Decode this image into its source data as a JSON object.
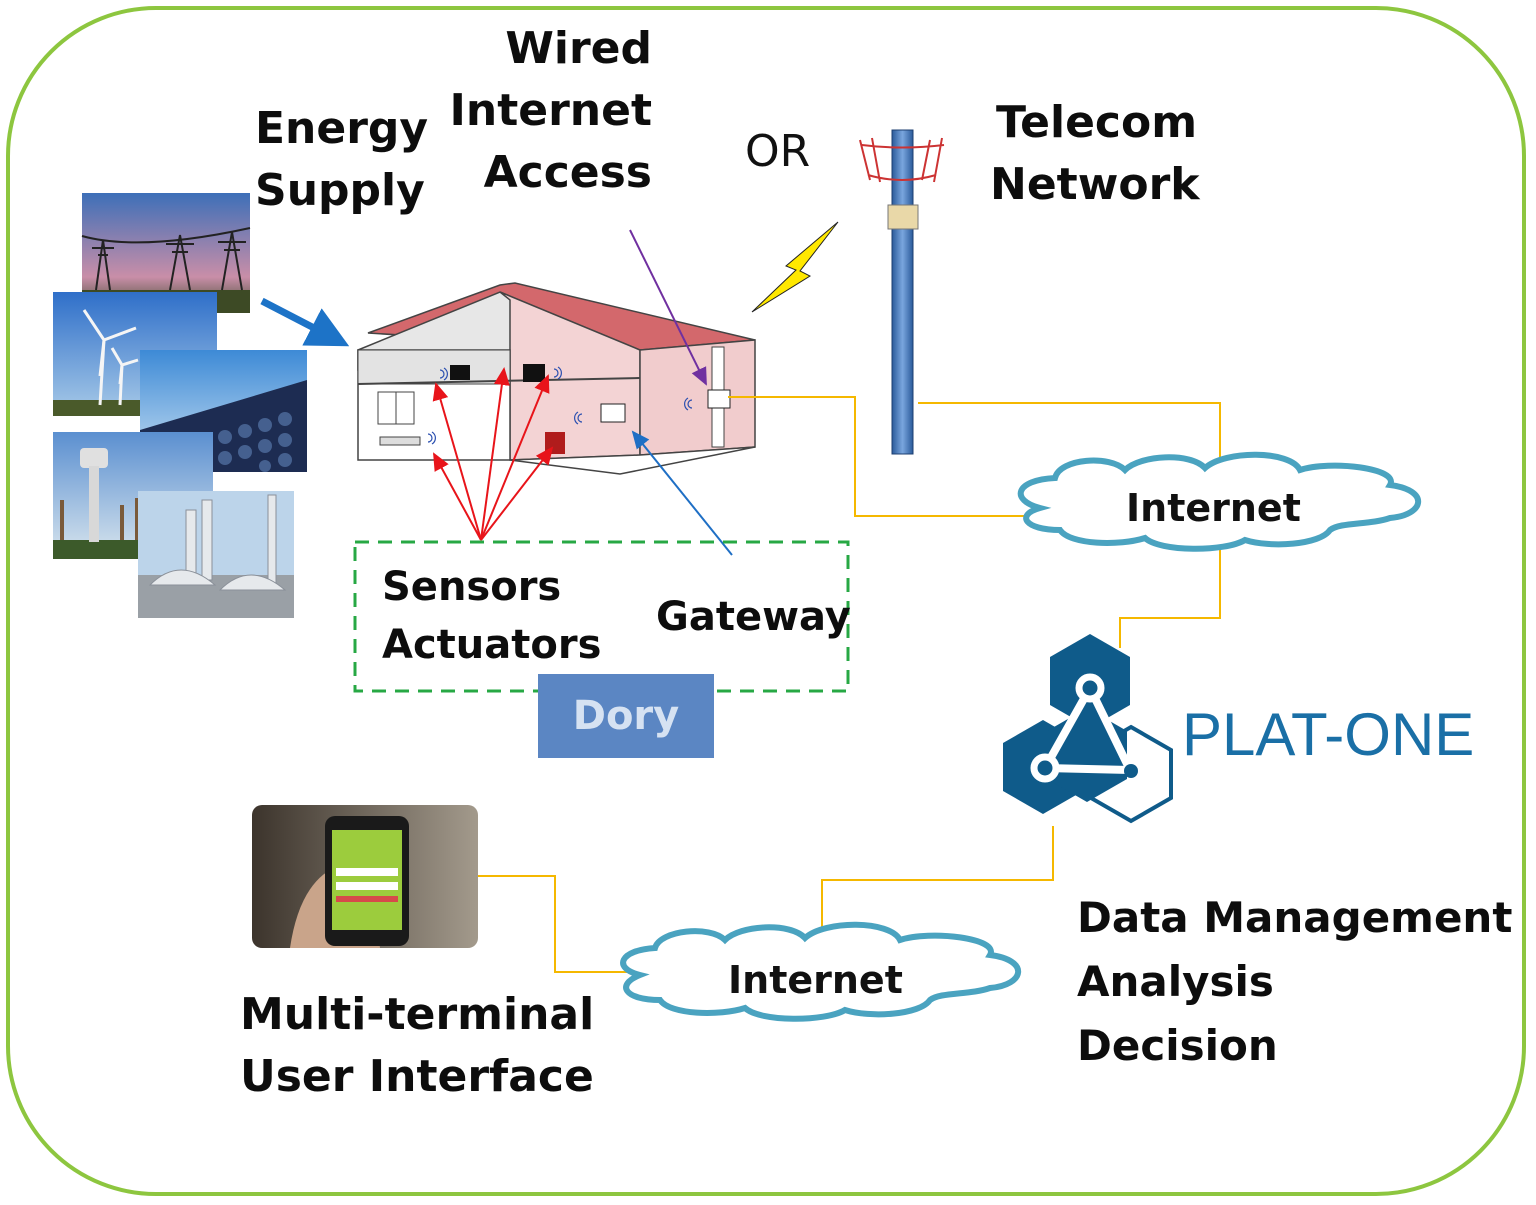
{
  "labels": {
    "energy_supply": [
      "Energy",
      "Supply"
    ],
    "wired_access": [
      "Wired",
      "Internet",
      "Access"
    ],
    "or": "OR",
    "telecom": [
      "Telecom",
      "Network"
    ],
    "sensors": "Sensors",
    "actuators": "Actuators",
    "gateway": "Gateway",
    "dory": "Dory",
    "internet_top": "Internet",
    "internet_bottom": "Internet",
    "platform": "PLAT-ONE",
    "multi_terminal": [
      "Multi-terminal",
      "User Interface"
    ],
    "data_management": [
      "Data Management",
      "Analysis",
      "Decision"
    ]
  },
  "colors": {
    "frame": "#8dc63f",
    "link": "#f5b800",
    "cloud": "#4aa3c0",
    "platform_logo": "#0f5b8a",
    "dory_box": "#5b86c3",
    "dashed_box": "#27a844",
    "sensor_arrows": "#e8141a",
    "gateway_arrow": "#1f6fc5",
    "wired_arrow": "#7030a0",
    "energy_arrow": "#1d73c7"
  },
  "icons": [
    "power-lines-photo",
    "wind-turbine-photo",
    "solar-panel-photo",
    "water-tower-photo",
    "biogas-plant-photo",
    "house-illustration",
    "telecom-tower-icon",
    "lightning-icon",
    "cloud-icon",
    "plat-one-logo",
    "smartphone-photo"
  ]
}
